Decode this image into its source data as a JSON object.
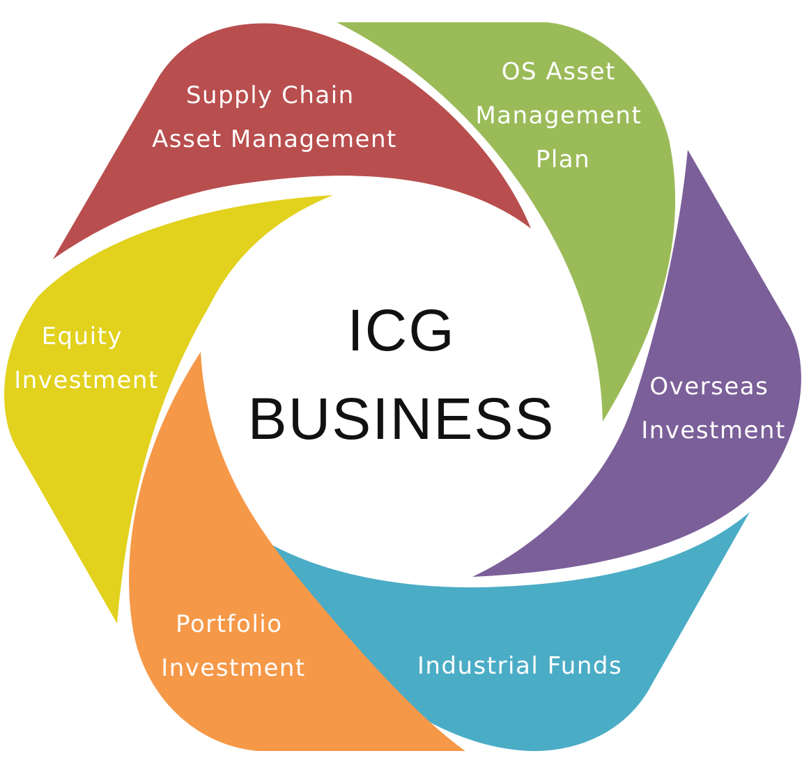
{
  "center": {
    "line1": "ICG",
    "line2": "BUSINESS"
  },
  "segments": [
    {
      "id": "supply-chain",
      "lines": [
        "Supply Chain",
        "Asset Management"
      ],
      "color": "#B94E4E"
    },
    {
      "id": "os-asset",
      "lines": [
        "OS Asset",
        "Management",
        "Plan"
      ],
      "color": "#9BBB59"
    },
    {
      "id": "overseas",
      "lines": [
        "Overseas",
        "Investment"
      ],
      "color": "#7B5F99"
    },
    {
      "id": "industrial-funds",
      "lines": [
        "Industrial Funds"
      ],
      "color": "#4BACC6"
    },
    {
      "id": "portfolio",
      "lines": [
        "Portfolio",
        "Investment"
      ],
      "color": "#F59848"
    },
    {
      "id": "equity",
      "lines": [
        "Equity",
        "Investment"
      ],
      "color": "#E2D11D"
    }
  ]
}
